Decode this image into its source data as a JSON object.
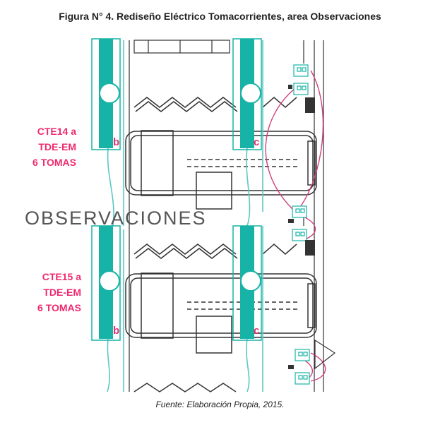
{
  "figure": {
    "title": "Figura N° 4. Rediseño Eléctrico Tomacorrientes, area Observaciones",
    "caption": "Fuente: Elaboración Propia, 2015."
  },
  "plan": {
    "room_label": "OBSERVACIONES",
    "circuits": [
      {
        "name": "cte14",
        "lines": [
          "CTE14 a",
          "TDE-EM",
          "6 TOMAS"
        ]
      },
      {
        "name": "cte15",
        "lines": [
          "CTE15 a",
          "TDE-EM",
          "6 TOMAS"
        ]
      }
    ],
    "panel_letters": [
      "b",
      "c",
      "b",
      "c"
    ],
    "colors": {
      "panel": "#17b3a6",
      "wire_cyan": "#5cc8c4",
      "wire_magenta": "#d0407e",
      "label": "#ee2a6e",
      "walls": "#333333"
    }
  }
}
